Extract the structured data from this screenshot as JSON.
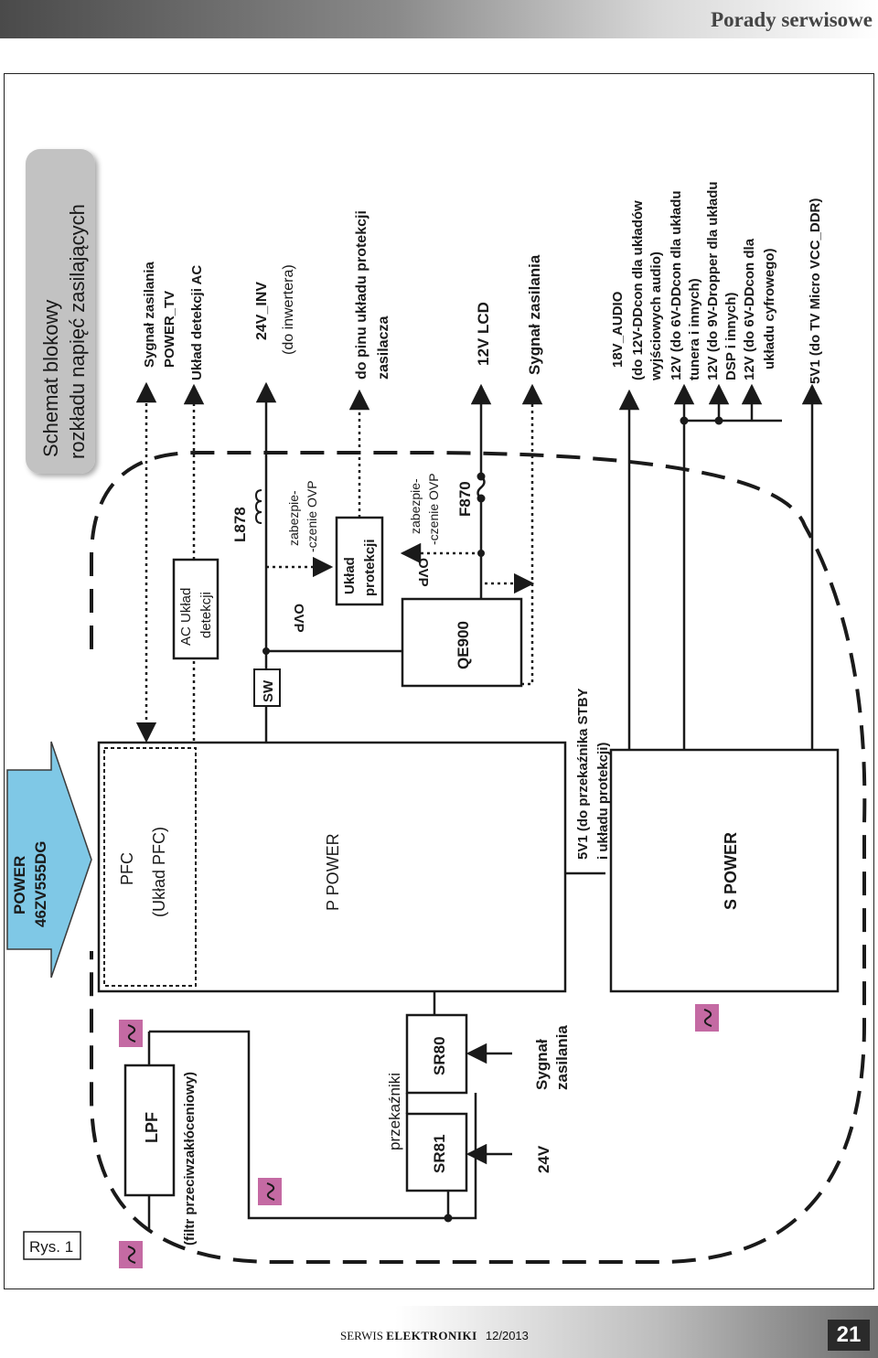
{
  "header": {
    "section": "Porady serwisowe"
  },
  "footer": {
    "magazine_a": "SERWIS",
    "magazine_b": "ELEKTRONIKI",
    "issue": "12/2013",
    "page": "21"
  },
  "diagram": {
    "figure_label": "Rys. 1",
    "title_line1": "Schemat blokowy",
    "title_line2": "rozkładu napięć zasilających",
    "board_line1": "POWER",
    "board_line2": "46ZV555DG",
    "lpf": "LPF",
    "lpf_note": "(filtr przeciwzakłóceniowy)",
    "relays": "przekaźniki",
    "sr81": "SR81",
    "sr80": "SR80",
    "v24": "24V",
    "sig_line1": "Sygnał",
    "sig_line2": "zasilania",
    "pfc_line1": "PFC",
    "pfc_line2": "(Układ PFC)",
    "p_power": "P POWER",
    "s_power": "S POWER",
    "stby_line1": "5V1 (do przekaźnika STBY",
    "stby_line2": "i układu protekcji)",
    "sw": "SW",
    "ac_det_line1": "AC Układ",
    "ac_det_line2": "detekcji",
    "l878": "L878",
    "ovp1": "OVP",
    "ovp1_note_line1": "zabezpie-",
    "ovp1_note_line2": "-czenie OVP",
    "prot_line1": "Układ",
    "prot_line2": "protekcji",
    "ovp2": "OVP",
    "ovp2_note_line1": "zabezpie-",
    "ovp2_note_line2": "-czenie OVP",
    "f870": "F870",
    "qe900": "QE900",
    "out_power_tv_line1": "Sygnał zasilania",
    "out_power_tv_line2": "POWER_TV",
    "out_ac_det": "Układ detekcji AC",
    "out_inv_line1": "24V_INV",
    "out_inv_line2": "(do inwertera)",
    "out_prot_line1": "do pinu układu protekcji",
    "out_prot_line2": "zasilacza",
    "out_lcd": "12V LCD",
    "out_sig": "Sygnał zasilania",
    "out_audio_line1": "18V_AUDIO",
    "out_audio_line2": "(do 12V-DDcon dla układów",
    "out_audio_line3": "wyjściowych audio)",
    "out_tuner_line1": "12V (do 6V-DDcon dla układu",
    "out_tuner_line2": "tunera i innych)",
    "out_dsp_line1": "12V (do 9V-Dropper dla układu",
    "out_dsp_line2": "DSP i innych)",
    "out_dig_line1": "12V (do 6V-DDcon dla",
    "out_dig_line2": "układu cyfrowego)",
    "out_vcc": "5V1 (do TV Micro VCC_DDR)",
    "ac_symbol": "~",
    "colors": {
      "ac_badge": "#c46aa3",
      "board_arrow": "#7fc8e6",
      "title_box": "#c2c2c2"
    }
  }
}
